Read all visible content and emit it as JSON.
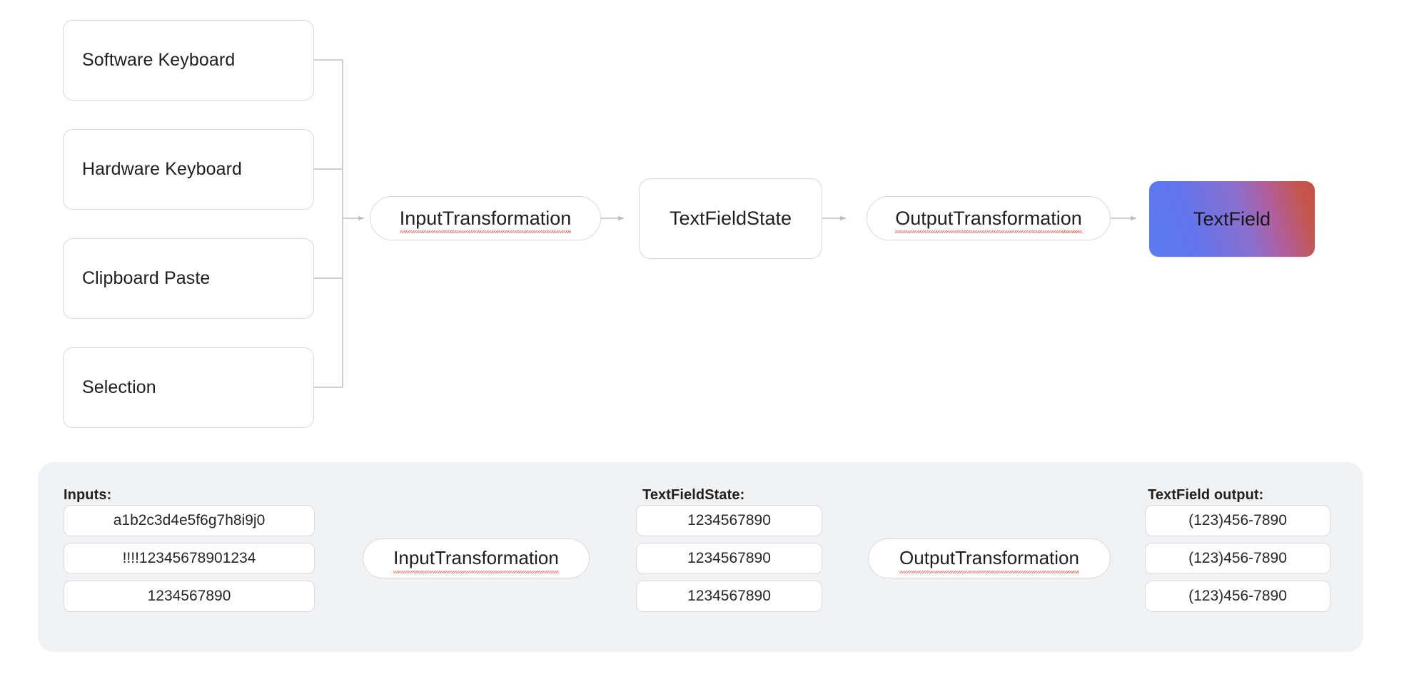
{
  "diagram": {
    "title": "TextField input/output transformation pipeline",
    "colors": {
      "node_border": "#d6d8dc",
      "wire": "#c7c9cd",
      "panel_background": "#f1f2f4",
      "page_background": "#ffffff",
      "text": "#1f1f1f",
      "spellcheck_underline": "#e8594a",
      "textfield_gradient_start": "#5b7cf0",
      "textfield_gradient_end": "#c65044"
    },
    "top_flow": {
      "sources": [
        {
          "label": "Software Keyboard"
        },
        {
          "label": "Hardware Keyboard"
        },
        {
          "label": "Clipboard Paste"
        },
        {
          "label": "Selection"
        }
      ],
      "input_transformation": "InputTransformation",
      "textfield_state": "TextFieldState",
      "output_transformation": "OutputTransformation",
      "textfield": "TextField"
    },
    "example_panel": {
      "columns": {
        "inputs_label": "Inputs:",
        "state_label": "TextFieldState:",
        "output_label": "TextField output:"
      },
      "input_transformation": "InputTransformation",
      "output_transformation": "OutputTransformation",
      "inputs": [
        "a1b2c3d4e5f6g7h8i9j0",
        "!!!!12345678901234",
        "1234567890"
      ],
      "states": [
        "1234567890",
        "1234567890",
        "1234567890"
      ],
      "outputs": [
        "(123)456-7890",
        "(123)456-7890",
        "(123)456-7890"
      ]
    }
  }
}
